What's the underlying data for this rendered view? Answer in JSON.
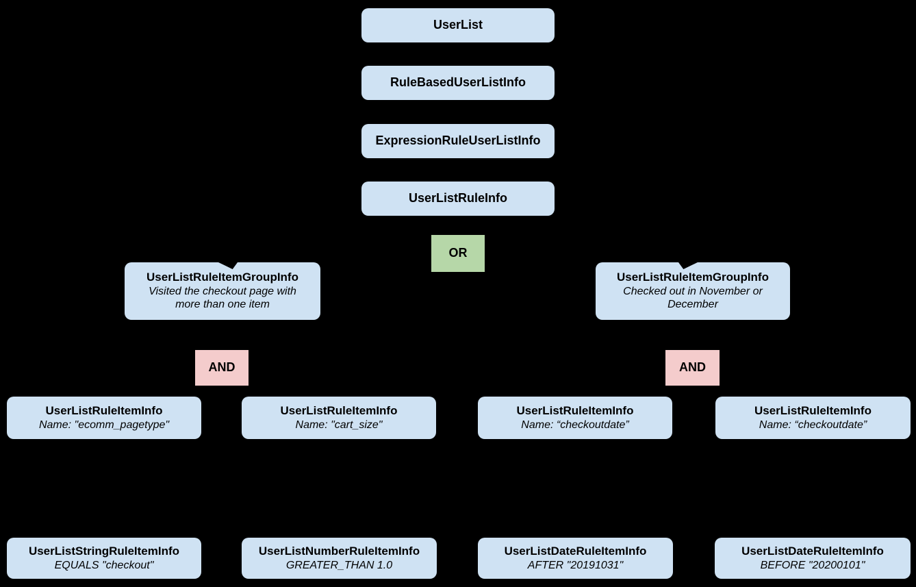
{
  "colors": {
    "background": "#000000",
    "node_fill": "#cfe2f3",
    "or_fill": "#b6d7a8",
    "and_fill": "#f4cccc",
    "text": "#000000"
  },
  "nodes": {
    "user_list": {
      "title": "UserList"
    },
    "rule_based_user_list_info": {
      "title": "RuleBasedUserListInfo"
    },
    "expression_rule_user_list_info": {
      "title": "ExpressionRuleUserListInfo"
    },
    "user_list_rule_info": {
      "title": "UserListRuleInfo"
    },
    "group_left": {
      "title": "UserListRuleItemGroupInfo",
      "subtitle": "Visited the checkout page with more than one item"
    },
    "group_right": {
      "title": "UserListRuleItemGroupInfo",
      "subtitle": "Checked out in November or December"
    },
    "item_1": {
      "title": "UserListRuleItemInfo",
      "subtitle": "Name: \"ecomm_pagetype\""
    },
    "item_2": {
      "title": "UserListRuleItemInfo",
      "subtitle": "Name: \"cart_size\""
    },
    "item_3": {
      "title": "UserListRuleItemInfo",
      "subtitle": "Name: “checkoutdate”"
    },
    "item_4": {
      "title": "UserListRuleItemInfo",
      "subtitle": "Name: “checkoutdate”"
    },
    "leaf_1": {
      "title": "UserListStringRuleItemInfo",
      "subtitle": "EQUALS \"checkout\""
    },
    "leaf_2": {
      "title": "UserListNumberRuleItemInfo",
      "subtitle": "GREATER_THAN 1.0"
    },
    "leaf_3": {
      "title": "UserListDateRuleItemInfo",
      "subtitle": "AFTER \"20191031\""
    },
    "leaf_4": {
      "title": "UserListDateRuleItemInfo",
      "subtitle": "BEFORE \"20200101\""
    }
  },
  "operators": {
    "or": {
      "label": "OR"
    },
    "and_left": {
      "label": "AND"
    },
    "and_right": {
      "label": "AND"
    }
  }
}
